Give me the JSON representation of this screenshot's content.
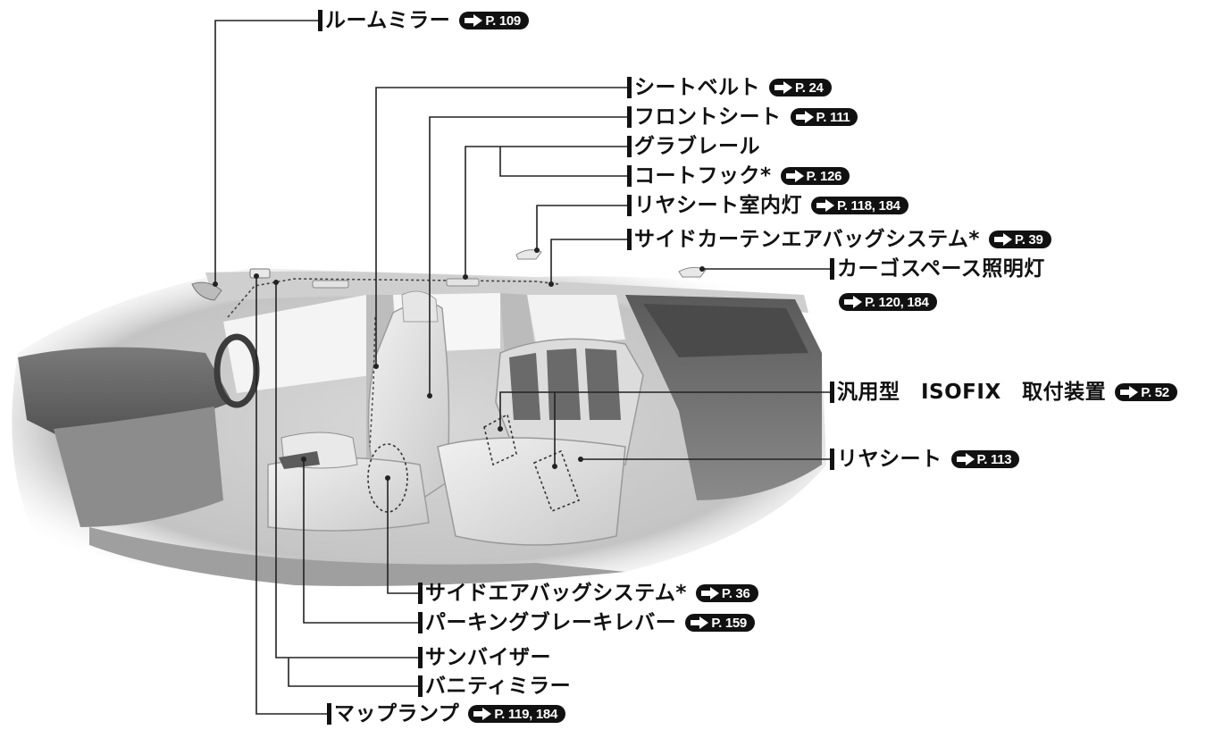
{
  "labels": {
    "room_mirror": "ルームミラー",
    "seat_belt": "シートベルト",
    "front_seat": "フロントシート",
    "grab_rail": "グラブレール",
    "coat_hook": "コートフック*",
    "rear_room_light": "リヤシート室内灯",
    "side_curtain_airbag": "サイドカーテンエアバッグシステム*",
    "cargo_light": "カーゴスペース照明灯",
    "isofix": "汎用型　ISOFIX　取付装置",
    "rear_seat": "リヤシート",
    "side_airbag": "サイドエアバッグシステム*",
    "parking_brake": "パーキングブレーキレバー",
    "sun_visor": "サンバイザー",
    "vanity_mirror": "バニティミラー",
    "map_lamp": "マップランプ"
  },
  "refs": {
    "room_mirror": "P. 109",
    "seat_belt": "P. 24",
    "front_seat": "P. 111",
    "coat_hook": "P. 126",
    "rear_room_light": "P. 118, 184",
    "side_curtain_airbag": "P. 39",
    "cargo_light": "P. 120, 184",
    "isofix": "P. 52",
    "rear_seat": "P. 113",
    "side_airbag": "P. 36",
    "parking_brake": "P. 159",
    "map_lamp": "P. 119, 184"
  },
  "colors": {
    "text": "#111111",
    "badge_bg": "#111111",
    "badge_text": "#ffffff",
    "illustration_light": "#e2e2e2",
    "illustration_mid": "#b5b5b5",
    "illustration_dark": "#6f6f6f"
  },
  "icons": {
    "ref_badge_icon": "right-arrow-icon"
  }
}
